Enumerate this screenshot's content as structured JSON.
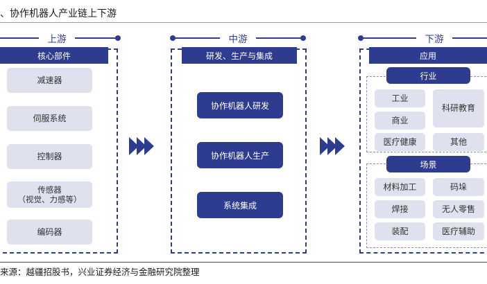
{
  "title": "、协作机器人产业链上下游",
  "source": "来源：越疆招股书，兴业证券经济与金融研究院整理",
  "upstream": {
    "label": "上游",
    "header": "核心部件",
    "items": [
      "减速器",
      "伺服系统",
      "控制器",
      "传感器\n（视觉、力感等）",
      "编码器"
    ]
  },
  "midstream": {
    "label": "中游",
    "header": "研发、生产与集成",
    "items": [
      "协作机器人研发",
      "协作机器人生产",
      "系统集成"
    ]
  },
  "downstream": {
    "label": "下游",
    "header": "应用",
    "industry": {
      "label": "行业",
      "items": [
        "工业",
        "科研教育",
        "商业",
        "医疗健康",
        "其他"
      ]
    },
    "scenario": {
      "label": "场景",
      "items": [
        "材料加工",
        "码垛",
        "焊接",
        "无人零售",
        "装配",
        "医疗辅助"
      ]
    }
  },
  "colors": {
    "primary": "#2d3c8f",
    "pill_bg": "#dfe1ef",
    "text": "#2f2f2f"
  },
  "icons": [
    "chevron-arrow-icon"
  ]
}
